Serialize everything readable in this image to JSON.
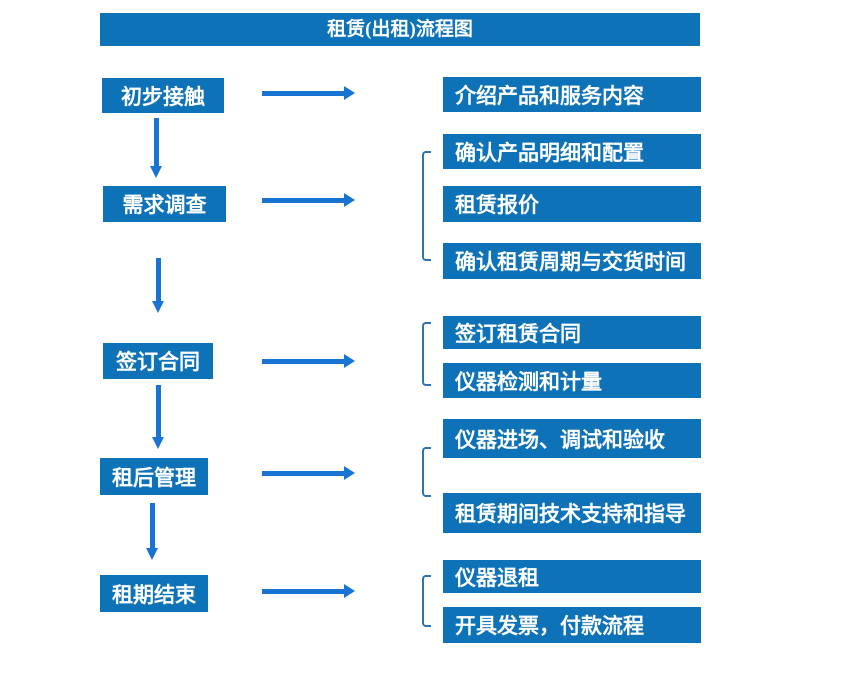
{
  "title": "租赁(出租)流程图",
  "colors": {
    "box_blue": "#0E72B9",
    "arrow_blue": "#1874D2",
    "bracket_blue": "#2E74B5",
    "text_white": "#FFFFFF"
  },
  "steps": [
    {
      "label": "初步接触",
      "outputs": [
        "介绍产品和服务内容"
      ]
    },
    {
      "label": "需求调查",
      "outputs": [
        "确认产品明细和配置",
        "租赁报价",
        "确认租赁周期与交货时间"
      ]
    },
    {
      "label": "签订合同",
      "outputs": [
        "签订租赁合同",
        "仪器检测和计量"
      ]
    },
    {
      "label": "租后管理",
      "outputs": [
        "仪器进场、调试和验收",
        "租赁期间技术支持和指导"
      ]
    },
    {
      "label": "租期结束",
      "outputs": [
        "仪器退租",
        "开具发票，付款流程"
      ]
    }
  ]
}
